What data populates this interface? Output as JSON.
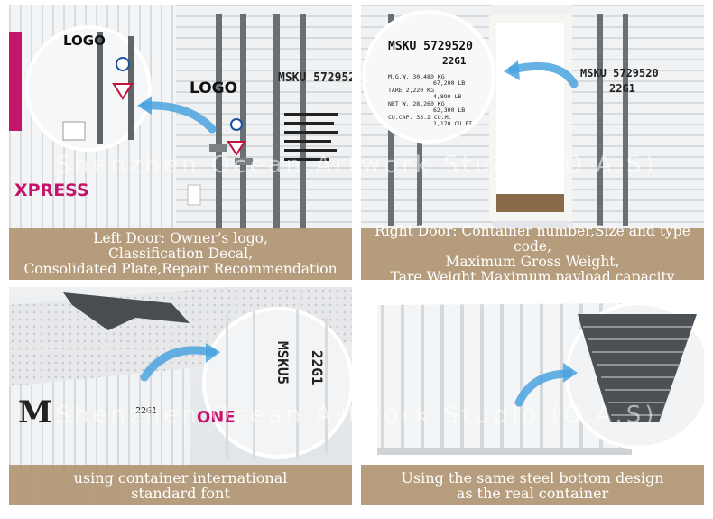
{
  "panels": [
    {
      "caption": [
        "Left Door: Owner’s logo,",
        "Classification Decal,",
        "Consolidated Plate,Repair Recommendation"
      ],
      "labels": {
        "logo": "LOGO",
        "brand": "XPRESS"
      }
    },
    {
      "caption": [
        "Right Door: Container number,Size and type code,",
        "Maximum Gross Weight,",
        "Tare Weight,Maximum payload,capacity"
      ],
      "labels": {
        "container_number": "MSKU 5729520",
        "type_code": "22G1",
        "plate_lines": [
          "M.G.W.  30,480 KG",
          "67,200 LB",
          "TARE  2,220 KG",
          "4,890 LB",
          "NET W.  28,260 KG",
          "62,300 LB",
          "CU.CAP.  33.2 CU.M.",
          "1,170 CU.FT."
        ]
      }
    },
    {
      "caption": [
        "using container international",
        "standard font"
      ],
      "labels": {
        "big_letter": "M",
        "vertical_code": "22G1",
        "vertical_number": "MSKU5",
        "brand": "ONE"
      }
    },
    {
      "caption": [
        "Using the same steel bottom design",
        "as the real container"
      ],
      "labels": {}
    }
  ],
  "watermark": "Shenzhen Ocean Artwork Studio (O.A.S)",
  "colors": {
    "caption_bg": "#b29876",
    "arrow": "#4aa3df",
    "brand_magenta": "#c5146c"
  }
}
